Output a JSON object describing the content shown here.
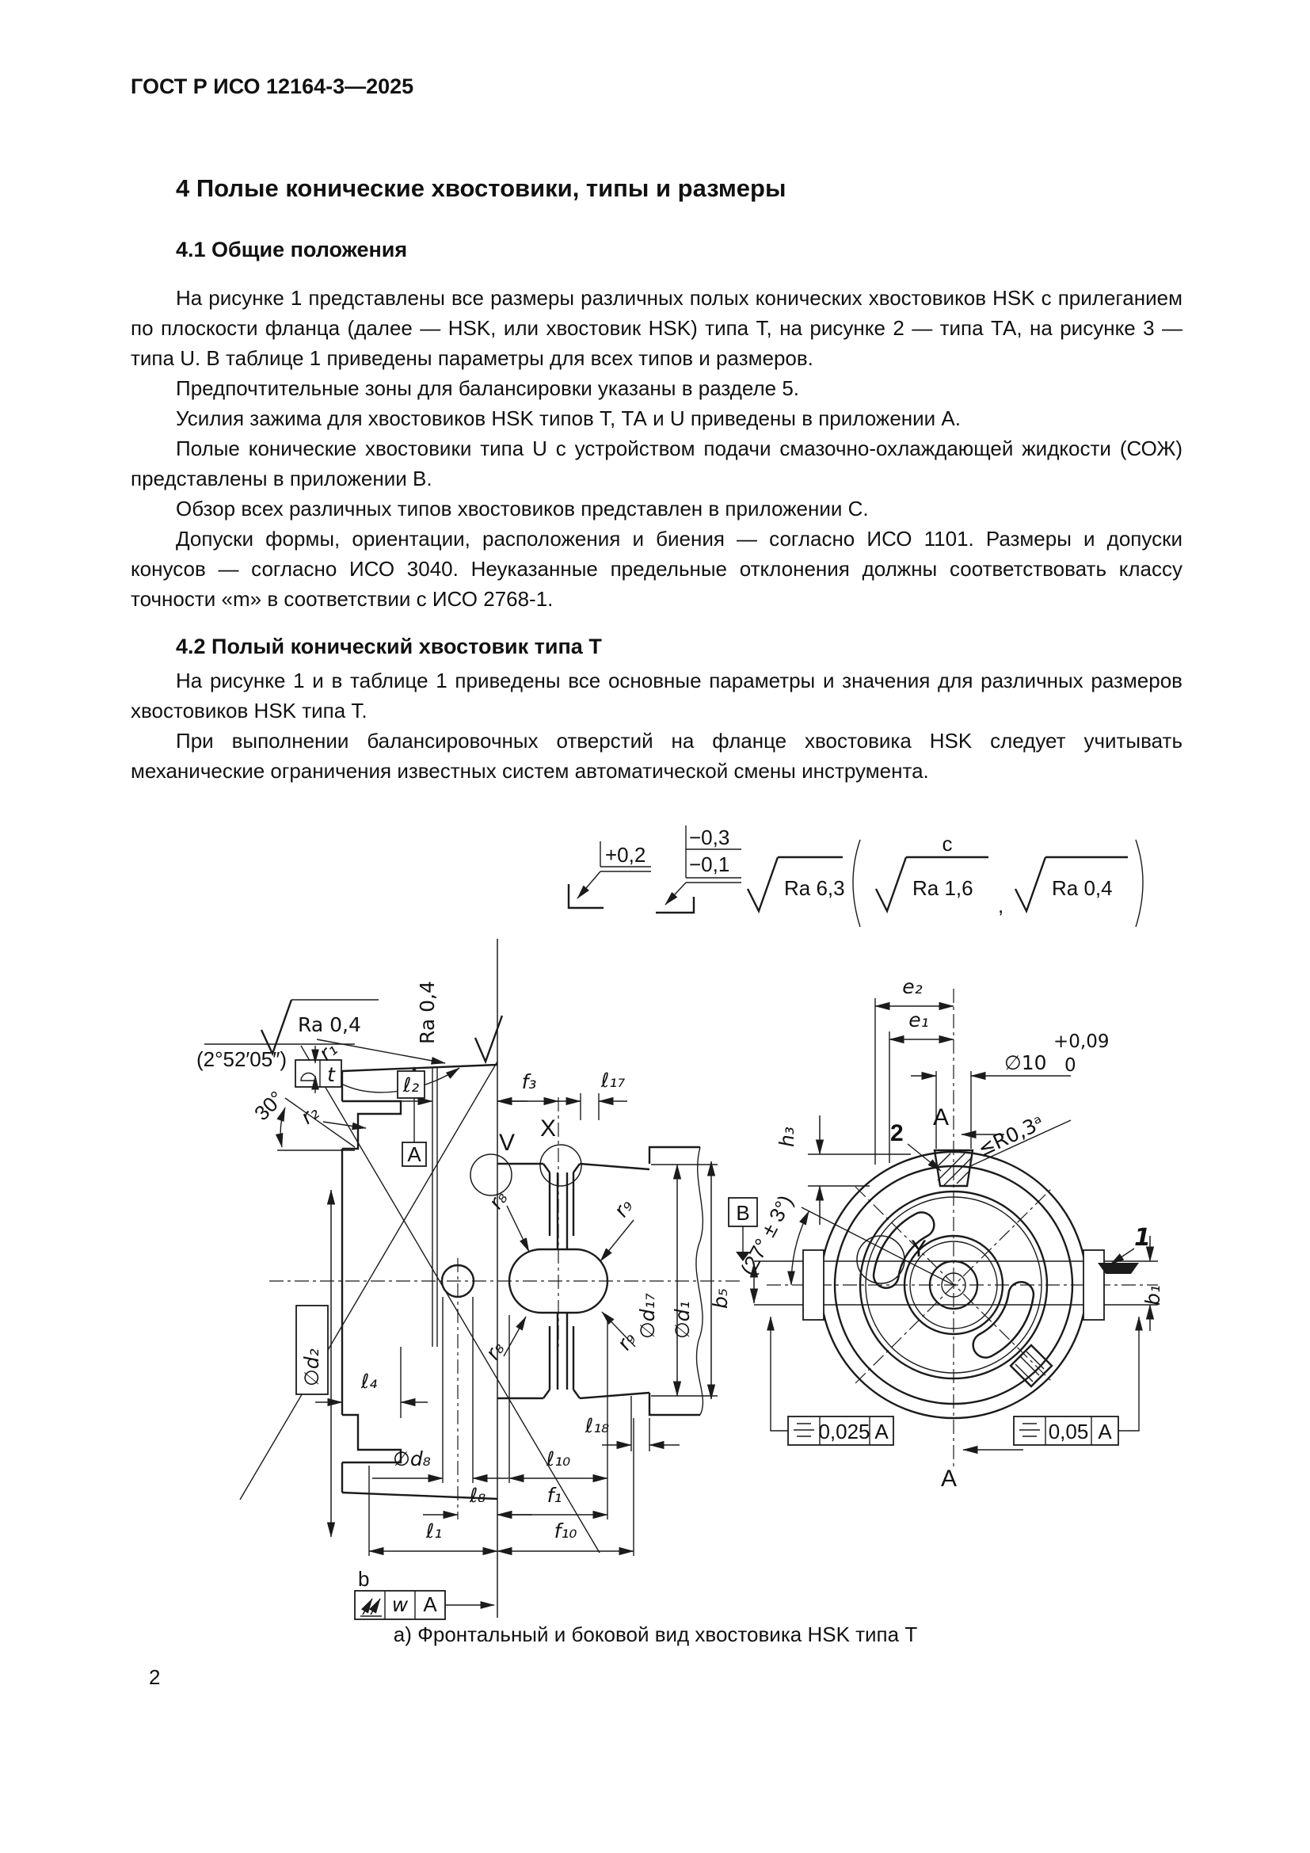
{
  "page": {
    "header": "ГОСТ Р ИСО 12164-3—2025",
    "number": "2"
  },
  "section": {
    "heading": "4  Полые конические хвостовики, типы и размеры",
    "sub1": {
      "heading": "4.1  Общие положения",
      "paragraphs": [
        "На рисунке 1 представлены все размеры различных полых конических хвостовиков HSK с прилеганием по плоскости фланца (далее — HSK, или хвостовик HSK) типа Т, на рисунке 2 — типа ТА, на рисунке 3 — типа U. В таблице 1 приведены параметры для всех типов и размеров.",
        "Предпочтительные зоны для балансировки указаны в разделе 5.",
        "Усилия зажима для хвостовиков HSK типов Т, ТА и U приведены в приложении А.",
        "Полые конические хвостовики типа U с устройством подачи смазочно-охлаждающей жидкости (СОЖ) представлены в приложении В.",
        "Обзор всех различных типов хвостовиков представлен в приложении С.",
        "Допуски формы, ориентации, расположения и биения — согласно ИСО 1101. Размеры и допуски конусов — согласно ИСО 3040. Неуказанные предельные отклонения должны соответствовать классу точности «m» в соответствии с ИСО 2768-1."
      ]
    },
    "sub2": {
      "heading": "4.2  Полый конический хвостовик типа Т",
      "paragraphs": [
        "На рисунке 1 и в таблице 1 приведены все основные параметры и значения для различных размеров хвостовиков HSK типа Т.",
        "При выполнении балансировочных отверстий на фланце хвостовика HSK следует учитывать механические ограничения известных систем автоматической смены инструмента."
      ]
    }
  },
  "figure": {
    "caption": "а)  Фронтальный и боковой вид хвостовика HSK типа Т",
    "note": {
      "plus": "+0,2",
      "upper": "−0,3",
      "lower": "−0,1",
      "ra_general": "Ra 6,3",
      "collective": "c",
      "ra_fine": "Ra 1,6",
      "comma": ",",
      "ra_finest": "Ra 0,4"
    },
    "side": {
      "ra_face": "Ra 0,4",
      "profile_t": "t",
      "l2": "ℓ₂",
      "f3": "f₃",
      "l17": "ℓ₁₇",
      "ra_taper": "Ra 0,4",
      "taper_angle": "(2°52′05″)",
      "r1": "r₁",
      "datum_a": "A",
      "view_v": "V",
      "view_x": "X",
      "angle30": "30°",
      "r2": "r₂",
      "r8": "r₈",
      "r9": "r₉",
      "d17": "∅d₁₇",
      "d1": "∅d₁",
      "d2": "∅d₂",
      "l4": "ℓ₄",
      "d8": "∅d₈",
      "l8": "ℓ₈",
      "l1": "ℓ₁",
      "l10": "ℓ₁₀",
      "f1": "f₁",
      "f10": "f₁₀",
      "l18": "ℓ₁₈",
      "b": "b",
      "w": "w",
      "datum_ref": "A"
    },
    "front": {
      "e2": "e₂",
      "e1": "e₁",
      "dia10": "∅10",
      "tol_up": "+0,09",
      "tol_low": "0",
      "section_a_top": "A",
      "h3": "h₃",
      "callout_2": "2",
      "r03": "≤R0,3ᵃ",
      "datum_b": "B",
      "angle27": "(27° ± 3°)",
      "b5": "b₅",
      "view_y": "Y",
      "callout_1": "1",
      "b1": "b₁",
      "sym_tol1": "0,025",
      "sym_ref1": "A",
      "sym_tol2": "0,05",
      "sym_ref2": "A",
      "section_a_bottom": "A"
    }
  }
}
